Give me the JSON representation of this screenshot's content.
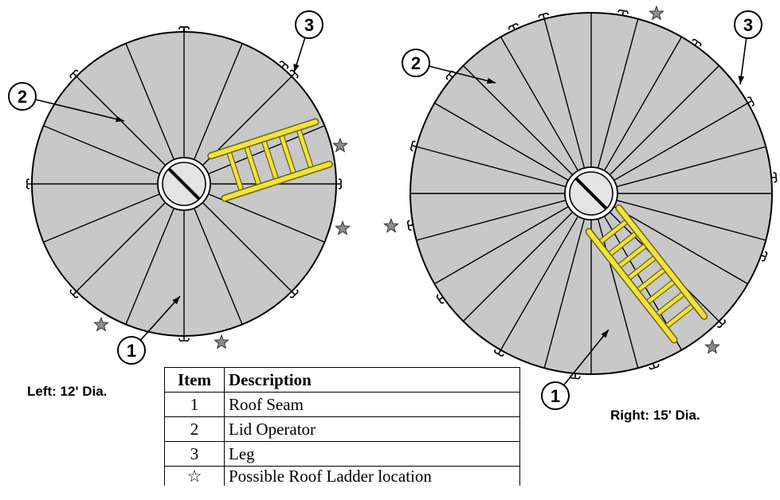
{
  "captions": {
    "left": "Left: 12' Dia.",
    "right": "Right: 15' Dia."
  },
  "callouts": [
    "1",
    "2",
    "3"
  ],
  "legend": {
    "headers": {
      "item": "Item",
      "description": "Description"
    },
    "rows": [
      {
        "item": "1",
        "description": "Roof Seam"
      },
      {
        "item": "2",
        "description": "Lid Operator"
      },
      {
        "item": "3",
        "description": "Leg"
      },
      {
        "item": "☆",
        "description": "Possible Roof  Ladder  location"
      }
    ]
  },
  "colors": {
    "roof_fill": "#c8c8c8",
    "hub_fill": "#e4e4e4",
    "ladder": "#f2e33c",
    "ladder_edge": "#6d6410",
    "star": "#8c8c8c"
  }
}
